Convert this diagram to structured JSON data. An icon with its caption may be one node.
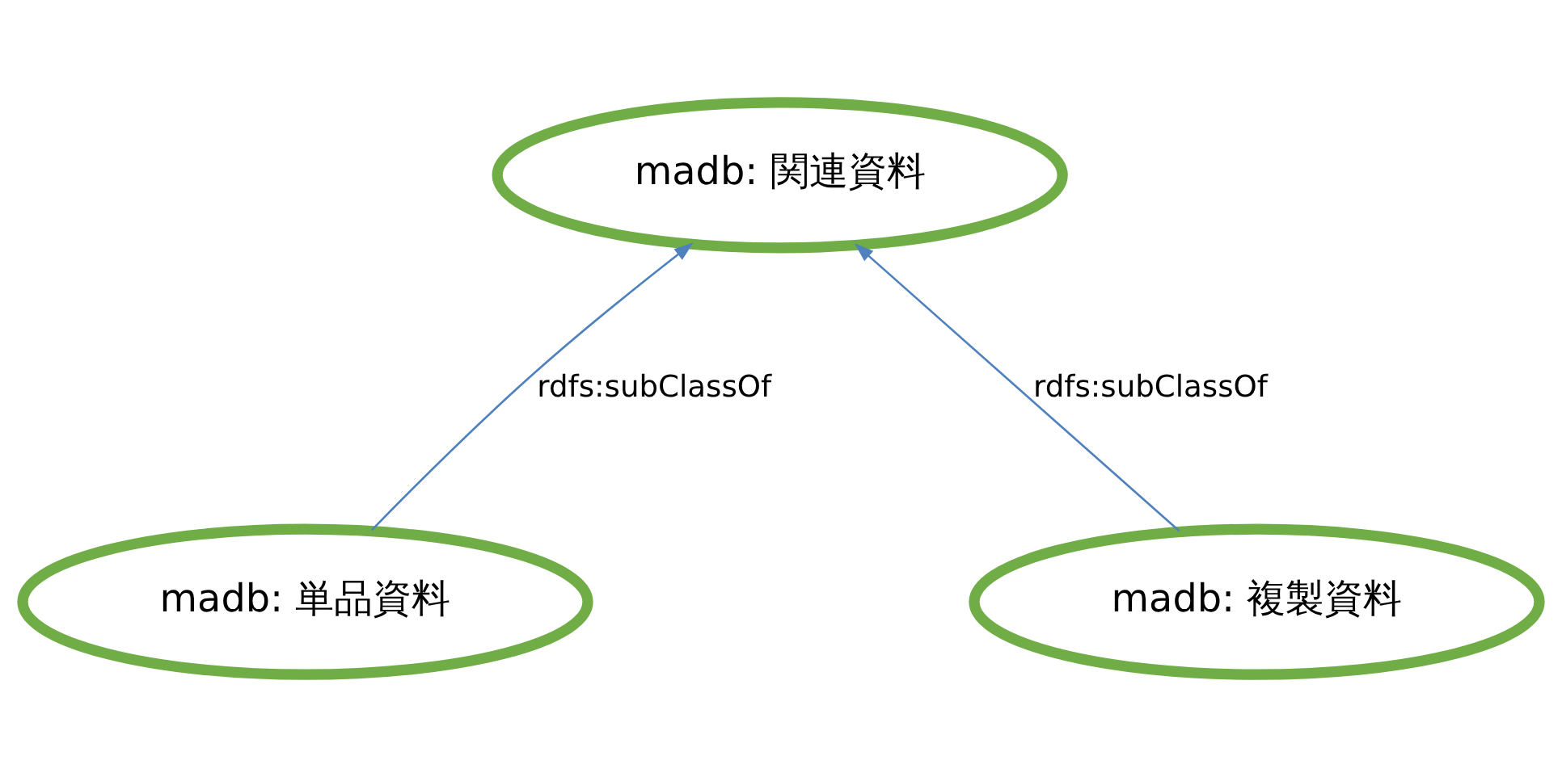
{
  "diagram": {
    "nodes": [
      {
        "text": [
          "madb: 関連資料"
        ]
      },
      {
        "text": [
          "madb: 単品資料"
        ]
      },
      {
        "text": [
          "madb: 複製資料"
        ]
      }
    ],
    "edges": [
      {
        "from": 1,
        "to": 0,
        "arrow": "to",
        "label": "rdfs:subClassOf"
      },
      {
        "from": 2,
        "to": 0,
        "arrow": "to",
        "label": "rdfs:subClassOf"
      }
    ]
  }
}
